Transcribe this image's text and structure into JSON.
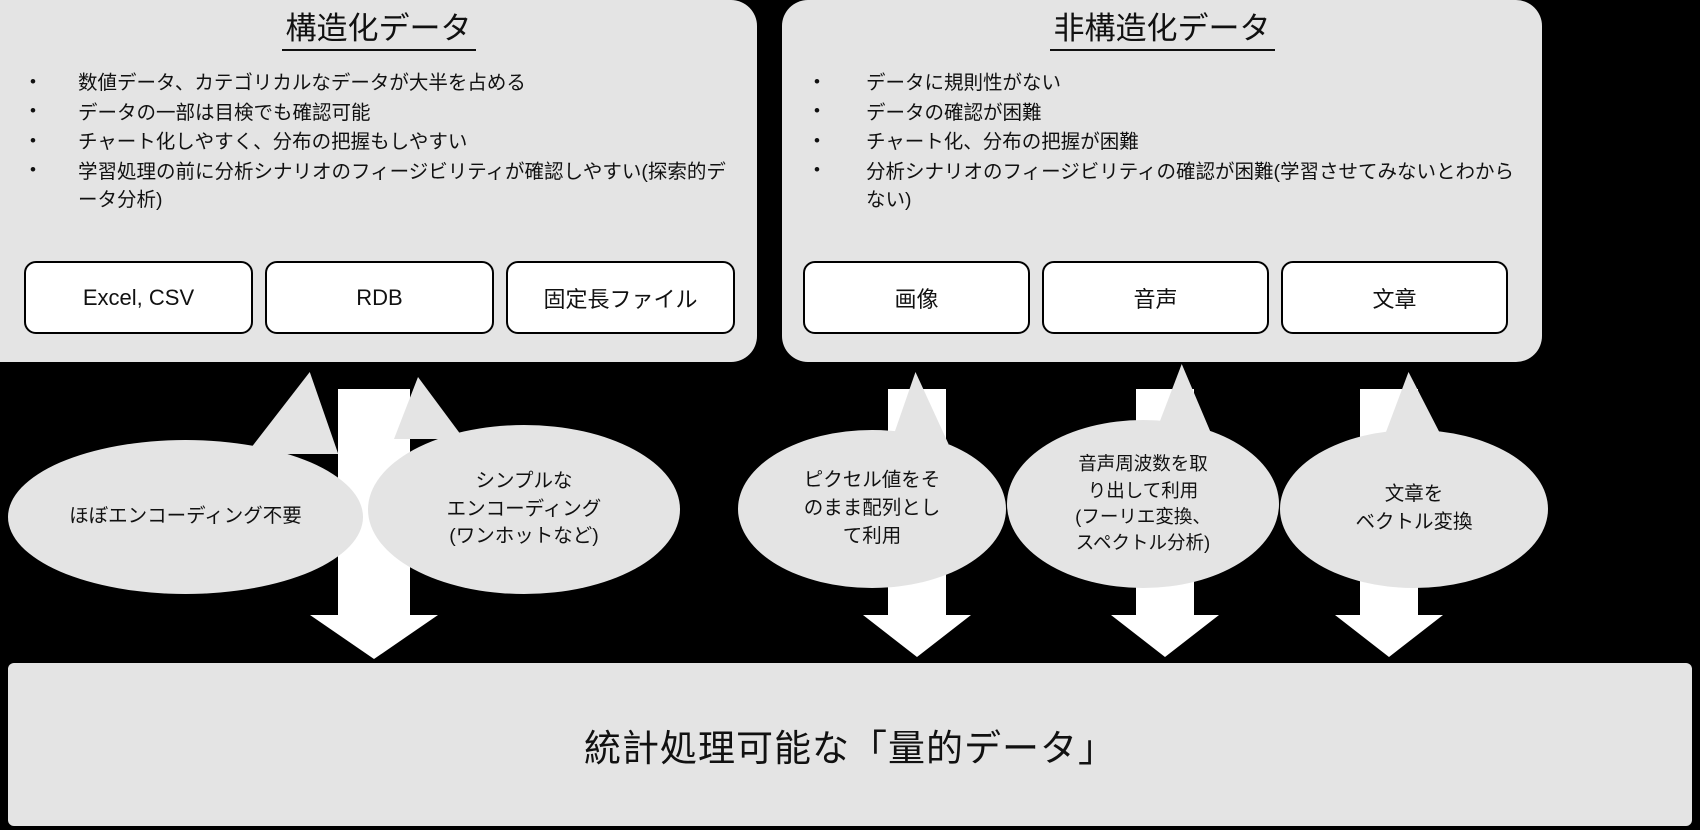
{
  "diagram": {
    "title_hidden": "",
    "colors": {
      "panel_fill": "#E4E4E4",
      "bubble_fill": "#E4E4E4",
      "box_fill": "#FFFFFF",
      "arrow_fill": "#FFFFFF",
      "background": "#000000",
      "outline": "#000000",
      "text": "#111111"
    }
  },
  "structured_panel": {
    "title": "構造化データ",
    "bullets": [
      "数値データ、カテゴリカルなデータが大半を占める",
      "データの一部は目検でも確認可能",
      "チャート化しやすく、分布の把握もしやすい",
      "学習処理の前に分析シナリオのフィージビリティが確認しやすい(探索的データ分析)"
    ],
    "bullet_marker": "•",
    "source_boxes": [
      "Excel, CSV",
      "RDB",
      "固定長ファイル"
    ]
  },
  "unstructured_panel": {
    "title": "非構造化データ",
    "bullets": [
      "データに規則性がない",
      "データの確認が困難",
      "チャート化、分布の把握が困難",
      "分析シナリオのフィージビリティの確認が困難(学習させてみないとわからない)"
    ],
    "bullet_marker": "•",
    "source_boxes": [
      "画像",
      "音声",
      "文章"
    ]
  },
  "callouts": [
    {
      "id": "callout-no-encoding",
      "text": "ほぼエンコーディング不要"
    },
    {
      "id": "callout-simple-encoding",
      "text": "シンプルな\nエンコーディング\n(ワンホットなど)"
    },
    {
      "id": "callout-pixel-array",
      "text": "ピクセル値をそ\nのまま配列とし\nて利用"
    },
    {
      "id": "callout-audio-frequency",
      "text": "音声周波数を取\nり出して利用\n(フーリエ変換、\nスペクトル分析)"
    },
    {
      "id": "callout-text-vector",
      "text": "文章を\nベクトル変換"
    }
  ],
  "arrows": [
    {
      "id": "arrow-structured-down",
      "direction": "down"
    },
    {
      "id": "arrow-image-down",
      "direction": "down"
    },
    {
      "id": "arrow-audio-down",
      "direction": "down"
    },
    {
      "id": "arrow-text-down",
      "direction": "down"
    }
  ],
  "bottom_bar": {
    "label": "統計処理可能な「量的データ」"
  }
}
